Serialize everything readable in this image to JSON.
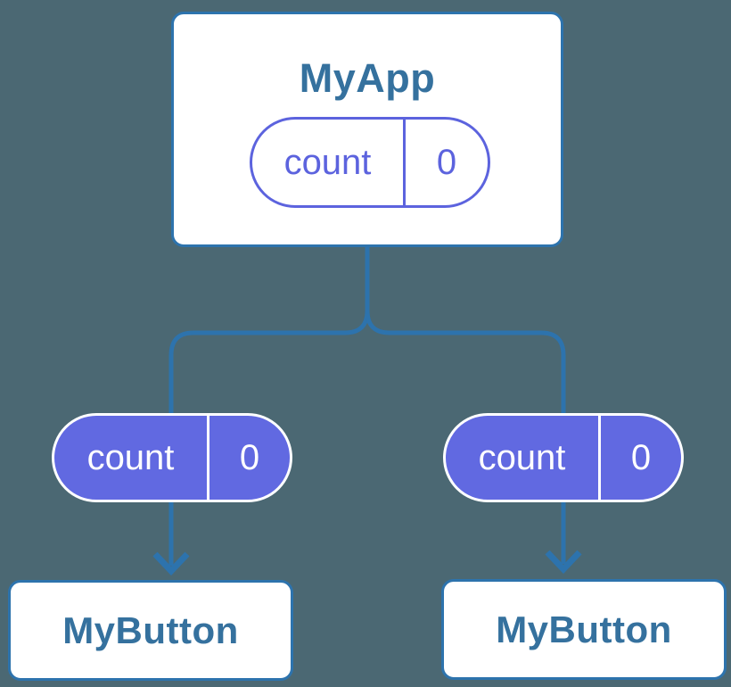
{
  "diagram": {
    "type": "component-tree",
    "background_color": "#4b6873",
    "connector_color": "#2d73ad",
    "title_color": "#35719e",
    "state_pill_fill_color": "#6169e1",
    "state_pill_outline_color": "#5c63de",
    "root": {
      "title": "MyApp",
      "state": {
        "label": "count",
        "value": "0"
      }
    },
    "children": [
      {
        "title": "MyButton",
        "state": {
          "label": "count",
          "value": "0"
        }
      },
      {
        "title": "MyButton",
        "state": {
          "label": "count",
          "value": "0"
        }
      }
    ]
  }
}
